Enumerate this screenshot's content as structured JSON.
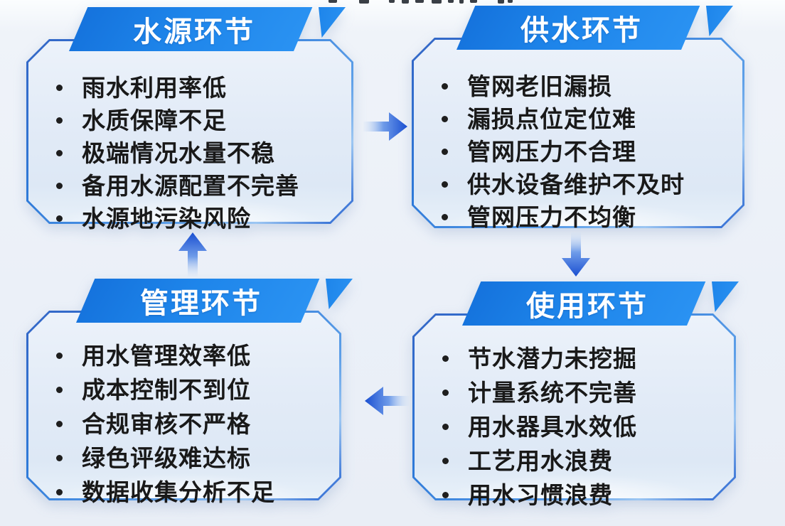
{
  "diagram": {
    "boxes": [
      {
        "id": "water-source",
        "title": "水源环节",
        "items": [
          "雨水利用率低",
          "水质保障不足",
          "极端情况水量不稳",
          "备用水源配置不完善",
          "水源地污染风险"
        ]
      },
      {
        "id": "water-supply",
        "title": "供水环节",
        "items": [
          "管网老旧漏损",
          "漏损点位定位难",
          "管网压力不合理",
          "供水设备维护不及时",
          "管网压力不均衡"
        ]
      },
      {
        "id": "management",
        "title": "管理环节",
        "items": [
          "用水管理效率低",
          "成本控制不到位",
          "合规审核不严格",
          "绿色评级难达标",
          "数据收集分析不足"
        ]
      },
      {
        "id": "usage",
        "title": "使用环节",
        "items": [
          "节水潜力未挖掘",
          "计量系统不完善",
          "用水器具水效低",
          "工艺用水浪费",
          "用水习惯浪费"
        ]
      }
    ],
    "arrows": [
      {
        "id": "source-to-supply",
        "direction": "right"
      },
      {
        "id": "supply-to-usage",
        "direction": "down"
      },
      {
        "id": "usage-to-management",
        "direction": "left"
      },
      {
        "id": "management-to-source",
        "direction": "up"
      }
    ],
    "colors": {
      "banner_blue": "#1e85ea",
      "arrow_deep_blue": "#1a4fd1",
      "arrow_light_blue": "#cfe0f5",
      "box_border_blue": "#2e7ad9",
      "box_fill": "#e2ebf7",
      "background": "#ebf0f8",
      "item_text": "#191919",
      "banner_text": "#ffffff"
    }
  }
}
